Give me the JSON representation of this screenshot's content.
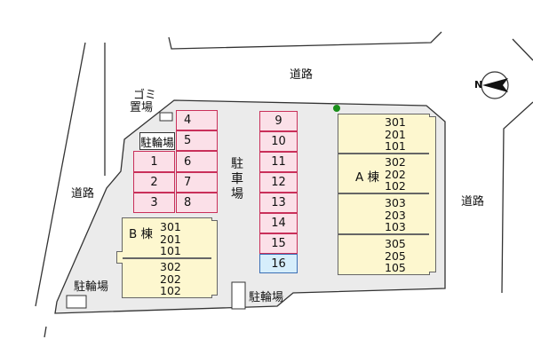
{
  "labels": {
    "road_top": "道路",
    "road_left": "道路",
    "road_right": "道路",
    "garbage_line1": "ゴミ",
    "garbage_line2": "置場",
    "bike_parking_top": "駐輪場",
    "bike_parking_left": "駐輪場",
    "bike_parking_bottom": "駐輪場",
    "car_parking": "駐車場",
    "compass_letter": "N"
  },
  "parking_left_col": [
    "1",
    "2",
    "3"
  ],
  "parking_mid_col": [
    "4",
    "5",
    "6",
    "7",
    "8"
  ],
  "parking_right_col": [
    "9",
    "10",
    "11",
    "12",
    "13",
    "14",
    "15",
    "16"
  ],
  "building_a": {
    "name": "A 棟",
    "units": [
      [
        "301",
        "201",
        "101"
      ],
      [
        "302",
        "202",
        "102"
      ],
      [
        "303",
        "203",
        "103"
      ],
      [
        "305",
        "205",
        "105"
      ]
    ]
  },
  "building_b": {
    "name": "B 棟",
    "units": [
      [
        "301",
        "201",
        "101"
      ],
      [
        "302",
        "202",
        "102"
      ]
    ]
  },
  "colors": {
    "site_fill": "#ebebeb",
    "parking_fill": "#fbe0e8",
    "parking_border": "#c9305a",
    "highlight_fill": "#d6eefb",
    "building_fill": "#fdf7cf",
    "marker_green": "#1a8f1a"
  }
}
